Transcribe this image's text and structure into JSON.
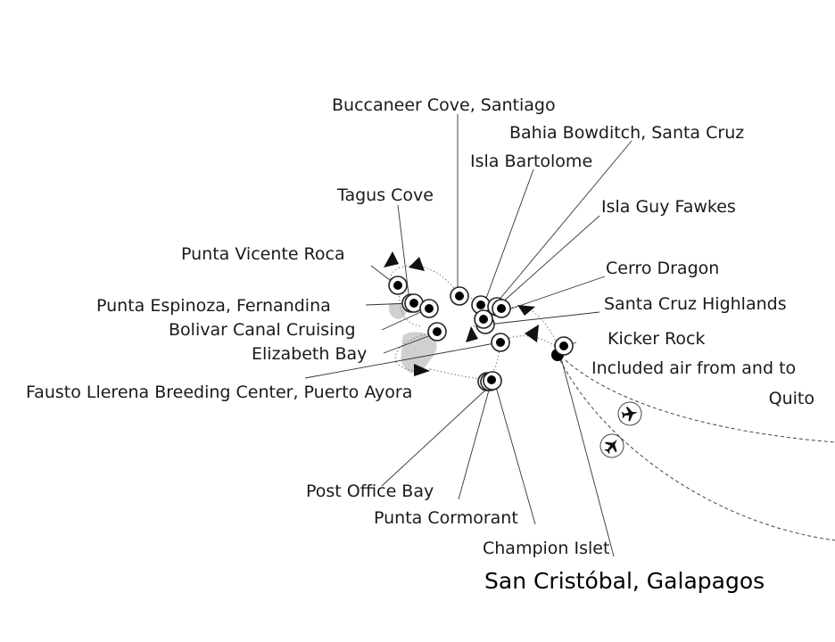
{
  "map": {
    "title": "San Cristóbal, Galapagos",
    "colors": {
      "island": "#d0d0d0",
      "marker": "#000000",
      "leader": "#333333"
    },
    "icons": [
      "airplane-icon",
      "route-arrow-icon",
      "stop-marker-icon"
    ],
    "labels": {
      "buccaneer_cove": "Buccaneer Cove, Santiago",
      "bahia_bowditch": "Bahia Bowditch, Santa Cruz",
      "isla_bartolome": "Isla Bartolome",
      "tagus_cove": "Tagus Cove",
      "isla_guy_fawkes": "Isla Guy Fawkes",
      "punta_vicente_roca": "Punta Vicente Roca",
      "cerro_dragon": "Cerro Dragon",
      "punta_espinoza": "Punta Espinoza, Fernandina",
      "santa_cruz_highlands": "Santa Cruz Highlands",
      "bolivar_canal": "Bolivar Canal Cruising",
      "kicker_rock": "Kicker Rock",
      "elizabeth_bay": "Elizabeth Bay",
      "included_air_1": "Included air from and to",
      "included_air_2": "Quito",
      "fausto_llerena": "Fausto Llerena Breeding Center, Puerto Ayora",
      "post_office_bay": "Post Office Bay",
      "punta_cormorant": "Punta Cormorant",
      "champion_islet": "Champion Islet"
    }
  }
}
